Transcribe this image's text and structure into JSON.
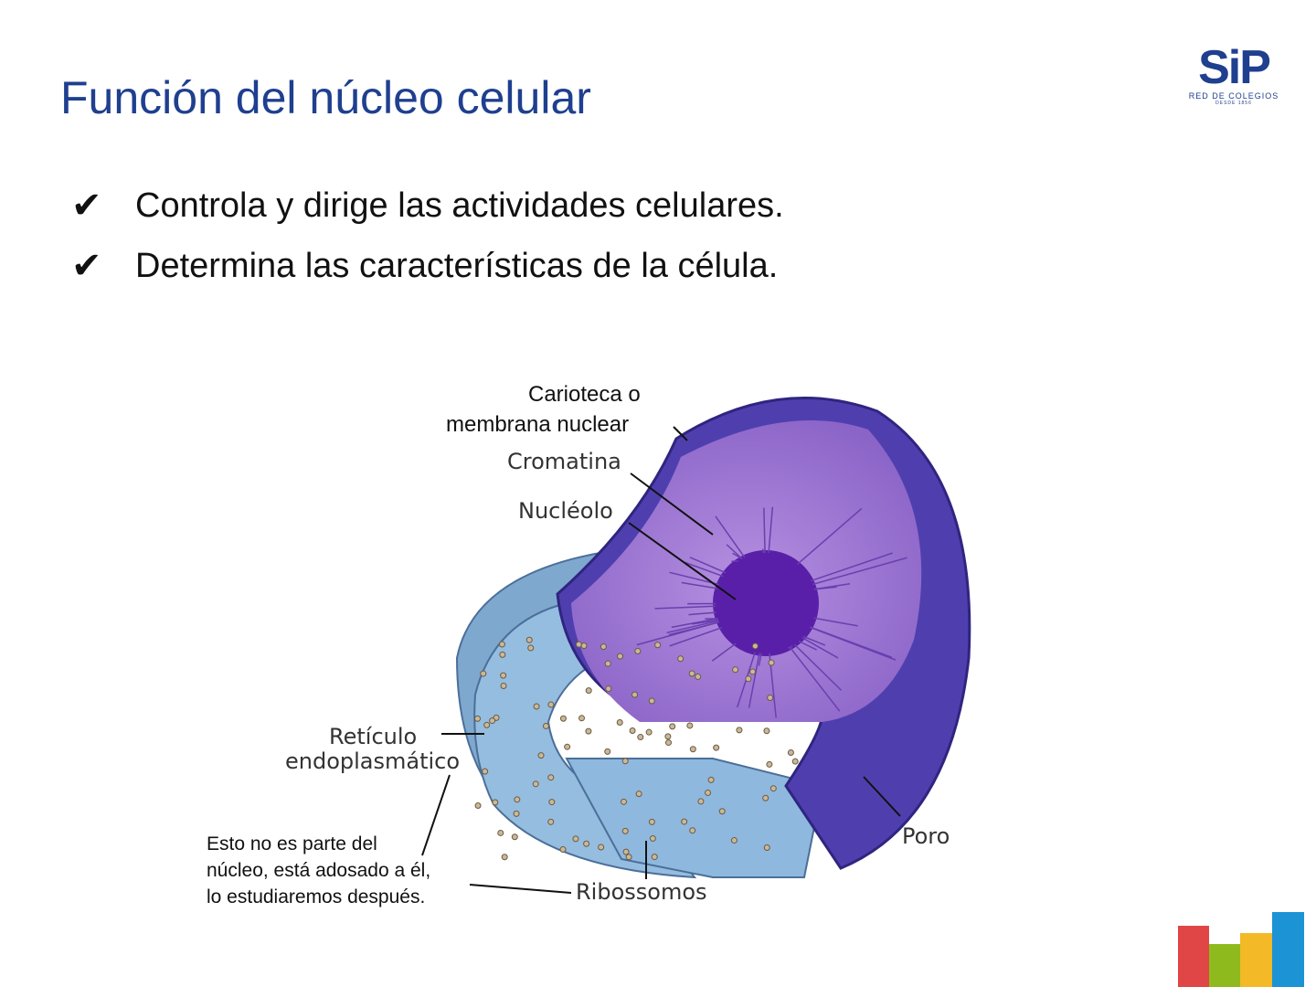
{
  "title": "Función del núcleo celular",
  "logo": {
    "mark": "SiP",
    "subtitle": "RED DE COLEGIOS",
    "since": "DESDE 1856"
  },
  "bullets": [
    {
      "icon": "checkmark-icon",
      "symbol": "✔",
      "text": "Controla y dirige las actividades celulares."
    },
    {
      "icon": "checkmark-icon",
      "symbol": "✔",
      "text": "Determina las características de la célula."
    }
  ],
  "figure": {
    "labels": {
      "carioteca_1": "Carioteca o",
      "carioteca_2": "membrana nuclear",
      "cromatina": "Cromatina",
      "nucleolo": "Nucléolo",
      "reticulo_1": "Retículo",
      "reticulo_2": "endoplasmático",
      "poro": "Poro",
      "ribossomos": "Ribossomos",
      "note_1": "Esto no es parte del",
      "note_2": "núcleo, está adosado a él,",
      "note_3": "lo estudiaremos después."
    }
  },
  "colors": {
    "title": "#1f3f8f",
    "bar_red": "#e04646",
    "bar_green": "#8fba1e",
    "bar_yellow": "#f4b927",
    "bar_blue": "#1c93d4"
  }
}
